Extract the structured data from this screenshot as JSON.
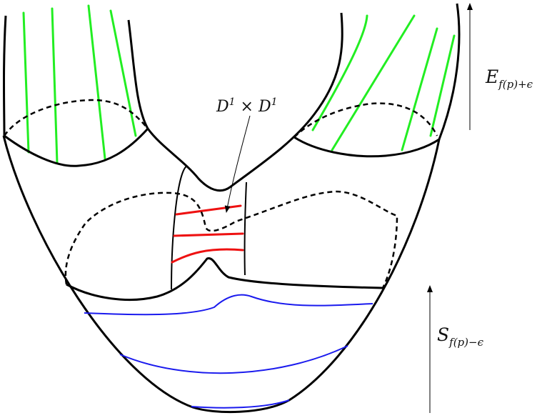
{
  "labels": {
    "handle": {
      "base": "D",
      "sup1": "1",
      "times": " × ",
      "base2": "D",
      "sup2": "1"
    },
    "upper_level": {
      "base": "E",
      "sub": "f(p)+ϵ"
    },
    "lower_level": {
      "base": "S",
      "sub": "f(p)−ϵ"
    }
  },
  "colors": {
    "outline": "#000000",
    "green_flow_lines": "#22ee22",
    "red_handle_lines": "#ee1111",
    "blue_level_curves": "#1a1aee"
  }
}
